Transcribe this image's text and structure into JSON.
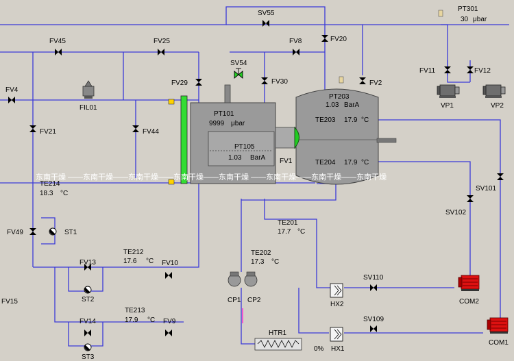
{
  "valves": {
    "fv45": "FV45",
    "fv25": "FV25",
    "fv4": "FV4",
    "fv21": "FV21",
    "fv44": "FV44",
    "fv29": "FV29",
    "fv30": "FV30",
    "fv8": "FV8",
    "fv20": "FV20",
    "fv2": "FV2",
    "fv11": "FV11",
    "fv12": "FV12",
    "fv49": "FV49",
    "fv13": "FV13",
    "fv10": "FV10",
    "fv14": "FV14",
    "fv9": "FV9",
    "fv15": "FV15",
    "fv1": "FV1",
    "sv55": "SV55",
    "sv54": "SV54",
    "sv101": "SV101",
    "sv102": "SV102",
    "sv110": "SV110",
    "sv109": "SV109"
  },
  "equipment": {
    "fil01": "FIL01",
    "vp1": "VP1",
    "vp2": "VP2",
    "st1": "ST1",
    "st2": "ST2",
    "st3": "ST3",
    "cp1": "CP1",
    "cp2": "CP2",
    "htr1": "HTR1",
    "hx1": "HX1",
    "hx2": "HX2",
    "com1": "COM1",
    "com2": "COM2"
  },
  "instruments": {
    "pt301": {
      "label": "PT301",
      "value": "30",
      "unit": "μbar"
    },
    "pt101": {
      "label": "PT101",
      "value": "9999",
      "unit": "μbar"
    },
    "pt105": {
      "label": "PT105",
      "value": "1.03",
      "unit": "BarA"
    },
    "pt203": {
      "label": "PT203",
      "value": "1.03",
      "unit": "BarA"
    },
    "te203": {
      "label": "TE203",
      "value": "17.9",
      "unit": "°C"
    },
    "te204": {
      "label": "TE204",
      "value": "17.9",
      "unit": "°C"
    },
    "te214": {
      "label": "TE214",
      "value": "18.3",
      "unit": "°C"
    },
    "te201": {
      "label": "TE201",
      "value": "17.7",
      "unit": "°C"
    },
    "te202": {
      "label": "TE202",
      "value": "17.3",
      "unit": "°C"
    },
    "te212": {
      "label": "TE212",
      "value": "17.6",
      "unit": "°C"
    },
    "te213": {
      "label": "TE213",
      "value": "17.9",
      "unit": "°C"
    }
  },
  "heater_output": "0%",
  "watermark": "东南干燥 ——东南干燥——东南干燥——东南干燥——东南干燥 ——东南干燥——东南干燥——东南干燥",
  "colors": {
    "background": "#d4d0c8",
    "pipe": "#3a3ad8",
    "vessel": "#9a9a9a",
    "sight_glass": "#33dd33",
    "compressor": "#dd1111",
    "heater_line": "#ff33cc"
  }
}
